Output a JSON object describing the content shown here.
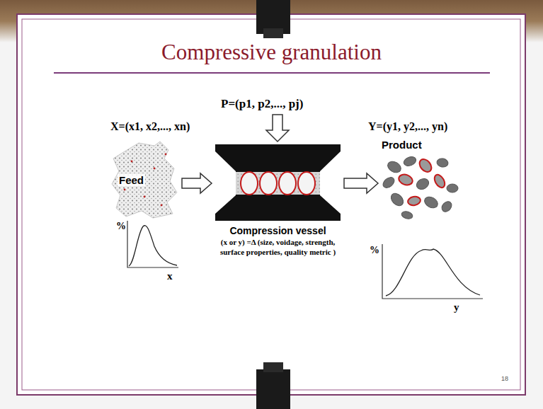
{
  "diagram": {
    "title": "Compressive granulation",
    "nodes": [
      {
        "text": [
          "Feed"
        ]
      },
      {
        "text": [
          "Compression vessel",
          "(x or y) =Δ (size, voidage, strength, surface properties, quality metric )"
        ]
      },
      {
        "text": [
          "Product"
        ]
      }
    ],
    "edges": [
      {
        "from": 0,
        "to": 1,
        "arrow": "to"
      },
      {
        "from": 1,
        "to": 2,
        "arrow": "to"
      }
    ],
    "labels": [
      "P=(p1, p2,..., pj)",
      "X=(x1, x2,..., xn)",
      "Y=(y1, y2,..., yn)",
      "%",
      "x",
      "%",
      "y",
      "18"
    ]
  }
}
